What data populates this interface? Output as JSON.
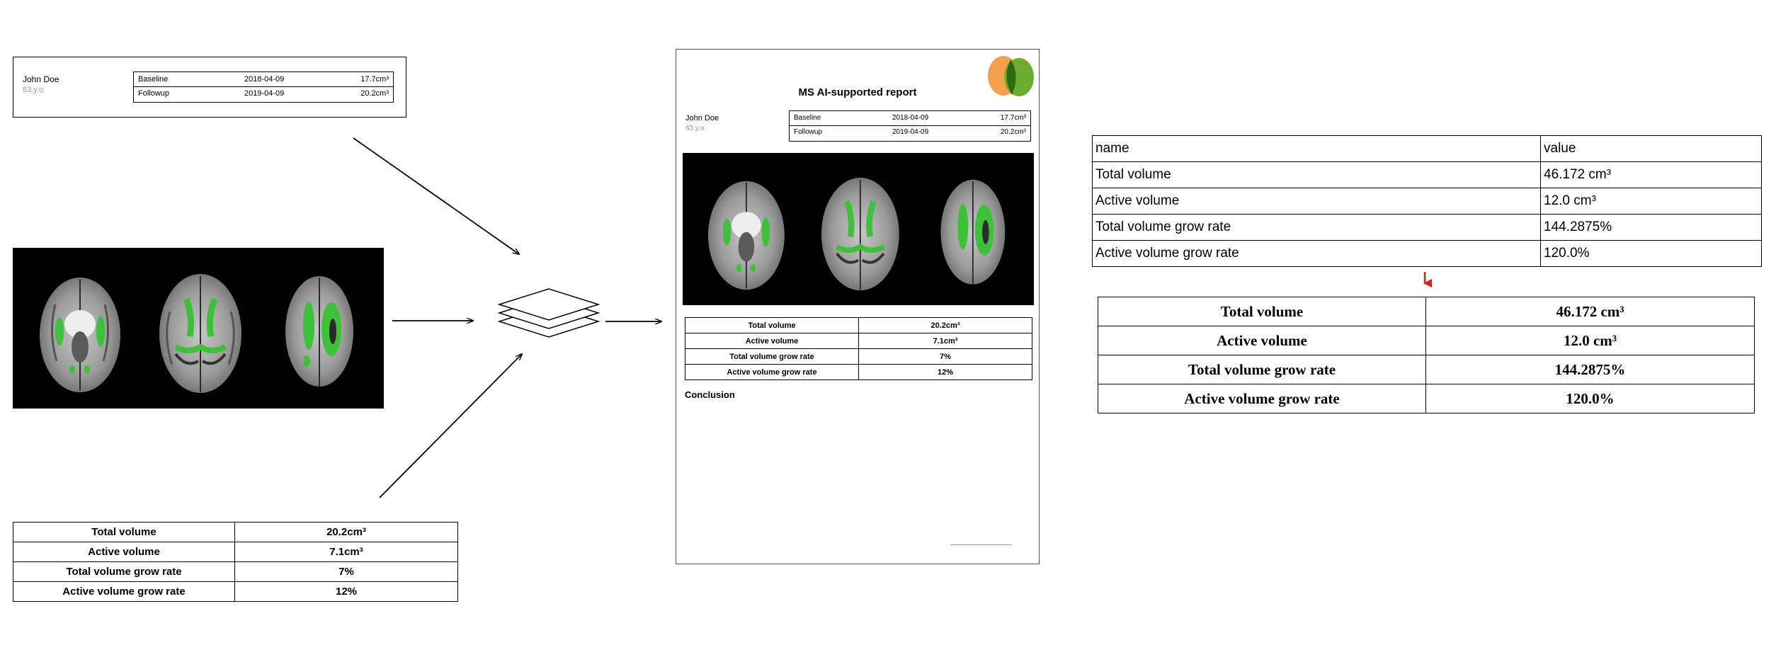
{
  "patient": {
    "name": "John Doe",
    "age": "63.y.o",
    "exams": [
      {
        "label": "Baseline",
        "date": "2018-04-09",
        "volume": "17.7cm³"
      },
      {
        "label": "Followup",
        "date": "2019-04-09",
        "volume": "20.2cm³"
      }
    ]
  },
  "input_stats": [
    {
      "name": "Total volume",
      "value": "20.2cm³"
    },
    {
      "name": "Active volume",
      "value": "7.1cm³"
    },
    {
      "name": "Total volume grow rate",
      "value": "7%"
    },
    {
      "name": "Active volume grow rate",
      "value": "12%"
    }
  ],
  "report": {
    "title": "MS AI-supported report",
    "conclusion_label": "Conclusion",
    "logo_colors": {
      "left": "#f5a04a",
      "right": "#6cac2e",
      "overlap": "#2d6a12"
    }
  },
  "result_table": {
    "header": {
      "name": "name",
      "value": "value"
    },
    "rows": [
      {
        "name": "Total volume",
        "value": "46.172 cm³"
      },
      {
        "name": "Active volume",
        "value": "12.0 cm³"
      },
      {
        "name": "Total volume grow rate",
        "value": "144.2875%"
      },
      {
        "name": "Active volume grow rate",
        "value": "120.0%"
      }
    ]
  },
  "rendered_table": {
    "rows": [
      {
        "name": "Total volume",
        "value": "46.172 cm³"
      },
      {
        "name": "Active volume",
        "value": "12.0 cm³"
      },
      {
        "name": "Total volume grow rate",
        "value": "144.2875%"
      },
      {
        "name": "Active volume grow rate",
        "value": "120.0%"
      }
    ]
  },
  "colors": {
    "lesion": "#3fc03a",
    "arrow": "#000000",
    "red_arrow": "#e02020"
  }
}
